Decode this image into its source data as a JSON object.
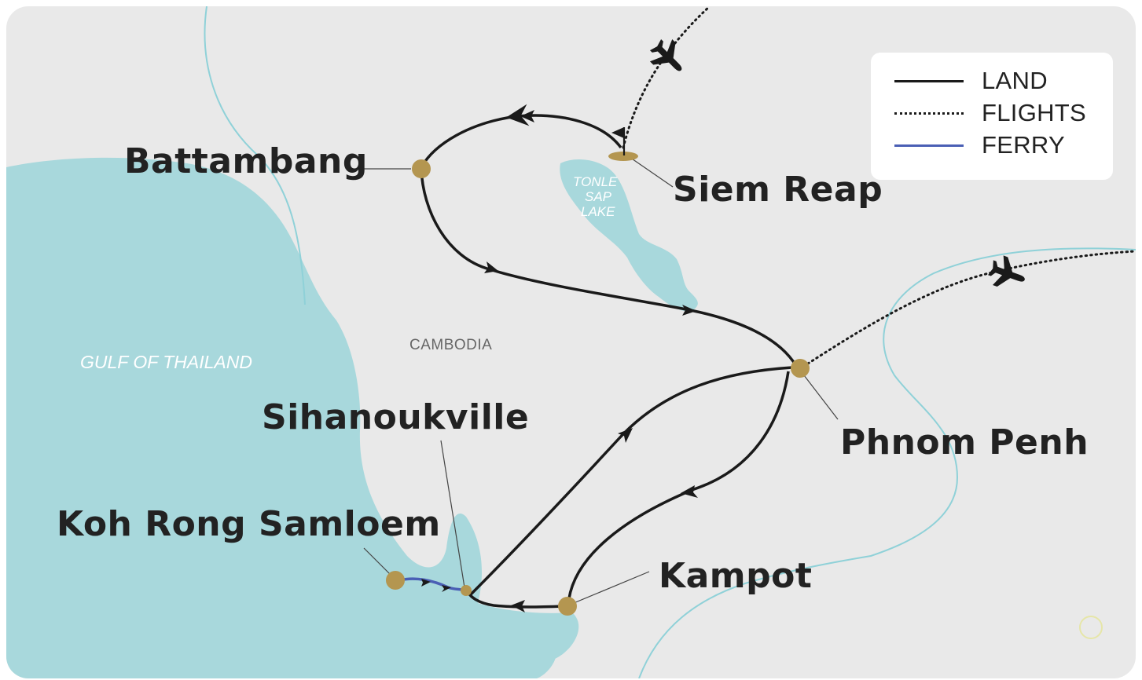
{
  "map": {
    "background_color": "#e9e9e9",
    "water_color": "#a8d8dc",
    "river_color": "#8fd1d8",
    "route_color": "#1a1a1a",
    "ferry_color": "#4a5fb5",
    "marker_color": "#b49650"
  },
  "labels": {
    "country": "CAMBODIA",
    "gulf": "GULF OF THAILAND",
    "lake_line1": "TONLE",
    "lake_line2": "SAP",
    "lake_line3": "LAKE"
  },
  "cities": {
    "battambang": "Battambang",
    "siem_reap": "Siem Reap",
    "phnom_penh": "Phnom Penh",
    "sihanoukville": "Sihanoukville",
    "koh_rong_samloem": "Koh Rong Samloem",
    "kampot": "Kampot"
  },
  "legend": {
    "land": "LAND",
    "flights": "FLIGHTS",
    "ferry": "FERRY"
  },
  "icons": {
    "flight_icon": "airplane-icon",
    "start_icon": "flag-icon"
  }
}
